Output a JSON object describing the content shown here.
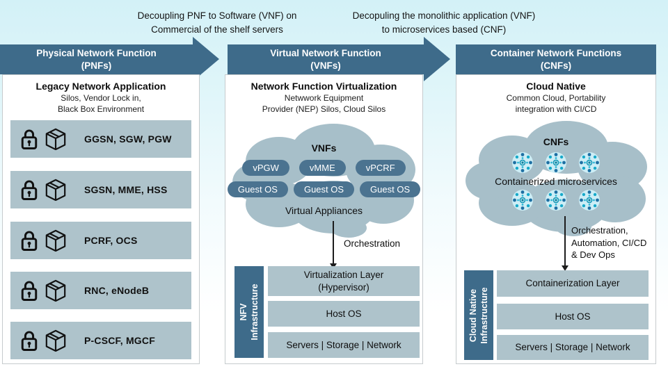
{
  "captions": {
    "pnf_to_vnf": {
      "line1": "Decoupling PNF to Software (VNF) on",
      "line2": "Commercial of the shelf servers"
    },
    "vnf_to_cnf": {
      "line1": "Decopuling the monolithic application (VNF)",
      "line2": "to microservices based (CNF)"
    }
  },
  "colors": {
    "accent_dark": "#3e6b8a",
    "pill": "#4b7390",
    "cloud": "#a7bfc9",
    "bar": "#aec3cb",
    "background_top": "#d3f1f7"
  },
  "pnf": {
    "header": {
      "title": "Physical Network Function",
      "subtitle": "(PNFs)"
    },
    "title": "Legacy Network Application",
    "subtitle_line1": "Silos, Vendor Lock in,",
    "subtitle_line2": "Black Box Environment",
    "rows": [
      "GGSN, SGW, PGW",
      "SGSN, MME, HSS",
      "PCRF, OCS",
      "RNC, eNodeB",
      "P-CSCF, MGCF"
    ]
  },
  "vnf": {
    "header": {
      "title": "Virtual Network Function",
      "subtitle": "(VNFs)"
    },
    "title": "Network Function Virtualization",
    "subtitle_line1": "Netwwork Equipment",
    "subtitle_line2": "Provider (NEP) Silos, Cloud Silos",
    "cloud_label": "VNFs",
    "pills": [
      "vPGW",
      "vMME",
      "vPCRF"
    ],
    "guest_pills": [
      "Guest OS",
      "Guest OS",
      "Guest OS"
    ],
    "cloud_caption": "Virtual Appliances",
    "arrow_label": "Orchestration",
    "infra_label_line1": "NFV",
    "infra_label_line2": "Infrastructure",
    "bars": [
      {
        "line1": "Virtualization Layer",
        "line2": "(Hypervisor)"
      },
      {
        "line1": "Host OS"
      },
      {
        "line1": "Servers | Storage | Network"
      }
    ]
  },
  "cnf": {
    "header": {
      "title": "Container Network Functions",
      "subtitle": "(CNFs)"
    },
    "title": "Cloud Native",
    "subtitle_line1": "Common Cloud, Portability",
    "subtitle_line2": "integration with CI/CD",
    "cloud_label": "CNFs",
    "cloud_caption": "Containerized microservices",
    "arrow_label_line1": "Orchestration,",
    "arrow_label_line2": "Automation, CI/CD",
    "arrow_label_line3": "& Dev Ops",
    "infra_label_line1": "Cloud Native",
    "infra_label_line2": "Infrastructure",
    "bars": [
      {
        "line1": "Containerization Layer"
      },
      {
        "line1": "Host OS"
      },
      {
        "line1": "Servers | Storage | Network"
      }
    ]
  }
}
